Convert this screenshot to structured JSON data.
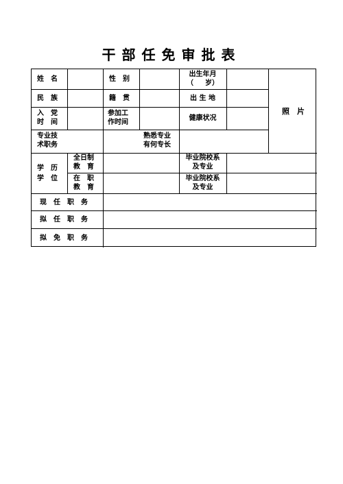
{
  "title": "干部任免审批表",
  "form": {
    "name_label": "姓　名",
    "gender_label": "性　别",
    "birth_label_1": "出生年月",
    "birth_label_2": "（　  岁）",
    "photo_label": "照　片",
    "ethnicity_label": "民　族",
    "native_place_label": "籍　贯",
    "birthplace_label": "出 生 地",
    "party_label_1": "入　党",
    "party_label_2": "时　间",
    "work_label_1": "参加工",
    "work_label_2": "作时间",
    "health_label": "健康状况",
    "tech_label_1": "专业技",
    "tech_label_2": "术职务",
    "specialty_label_1": "熟悉专业",
    "specialty_label_2": "有何专长",
    "edu_label_1": "学　历",
    "edu_label_2": "学　位",
    "fulltime_label_1": "全日制",
    "fulltime_label_2": "教　育",
    "inservice_label_1": "在　职",
    "inservice_label_2": "教　育",
    "school_label_1": "毕业院校系",
    "school_label_2": "及专业",
    "school2_label_1": "毕业院校系",
    "school2_label_2": "及专业",
    "current_position_label": "现　任　职　务",
    "proposed_position_label": "拟　任　职　务",
    "proposed_removal_label": "拟　免　职　务"
  }
}
